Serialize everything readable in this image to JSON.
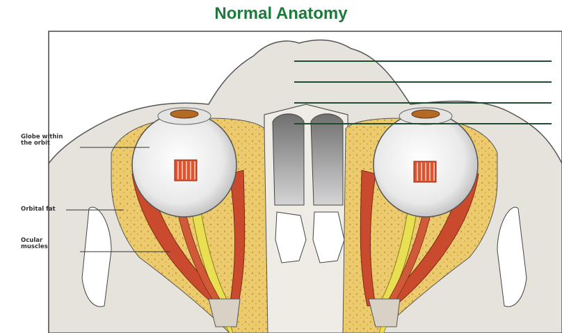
{
  "title": "Normal Anatomy",
  "labels": {
    "globe": "Globe within\nthe orbit",
    "fat": "Orbital fat",
    "muscles": "Ocular\nmuscles"
  },
  "colors": {
    "title": "#1d7a3a",
    "bone": "#e5e2dc",
    "fat": "#e8c66a",
    "muscle": "#c9462c",
    "nerve": "#e6dd55",
    "sinus": "#8c8c8c",
    "pointer_lines": "#1b4d2e"
  }
}
